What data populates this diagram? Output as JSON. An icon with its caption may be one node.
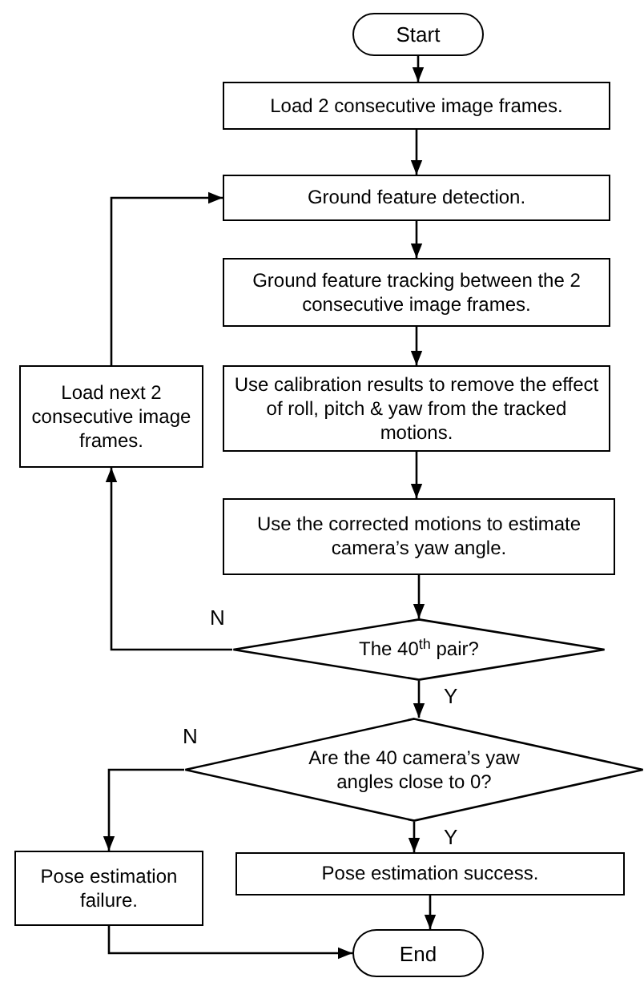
{
  "diagram": {
    "nodes": [
      {
        "text": [
          "Start"
        ]
      },
      {
        "text": [
          "Load 2 consecutive image frames."
        ]
      },
      {
        "text": [
          "Ground feature detection."
        ]
      },
      {
        "text": [
          "Ground feature tracking between the 2 consecutive image frames."
        ]
      },
      {
        "text": [
          "Load next 2 consecutive image frames."
        ]
      },
      {
        "text": [
          "Use calibration results to remove the effect of roll, pitch & yaw from the tracked motions."
        ]
      },
      {
        "text": [
          "Use the corrected motions to estimate camera’s yaw angle."
        ]
      },
      {
        "text": [
          "The 40$^{th}$ pair?"
        ]
      },
      {
        "text": [
          "Are the 40 camera’s yaw angles close to 0?"
        ]
      },
      {
        "text": [
          "Pose estimation failure."
        ]
      },
      {
        "text": [
          "Pose estimation success."
        ]
      },
      {
        "text": [
          "End"
        ]
      }
    ],
    "edges": [
      {
        "from": 0,
        "to": 1,
        "arrow": "to"
      },
      {
        "from": 1,
        "to": 2,
        "arrow": "to"
      },
      {
        "from": 2,
        "to": 3,
        "arrow": "to"
      },
      {
        "from": 3,
        "to": 5,
        "arrow": "to"
      },
      {
        "from": 5,
        "to": 6,
        "arrow": "to"
      },
      {
        "from": 6,
        "to": 7,
        "arrow": "to"
      },
      {
        "from": 7,
        "to": 4,
        "arrow": "to",
        "label": "N"
      },
      {
        "from": 4,
        "to": 2,
        "arrow": "to"
      },
      {
        "from": 7,
        "to": 8,
        "arrow": "to",
        "label": "Y"
      },
      {
        "from": 8,
        "to": 9,
        "arrow": "to",
        "label": "N"
      },
      {
        "from": 8,
        "to": 10,
        "arrow": "to",
        "label": "Y"
      },
      {
        "from": 10,
        "to": 11,
        "arrow": "to"
      },
      {
        "from": 9,
        "to": 11,
        "arrow": "to"
      }
    ]
  }
}
